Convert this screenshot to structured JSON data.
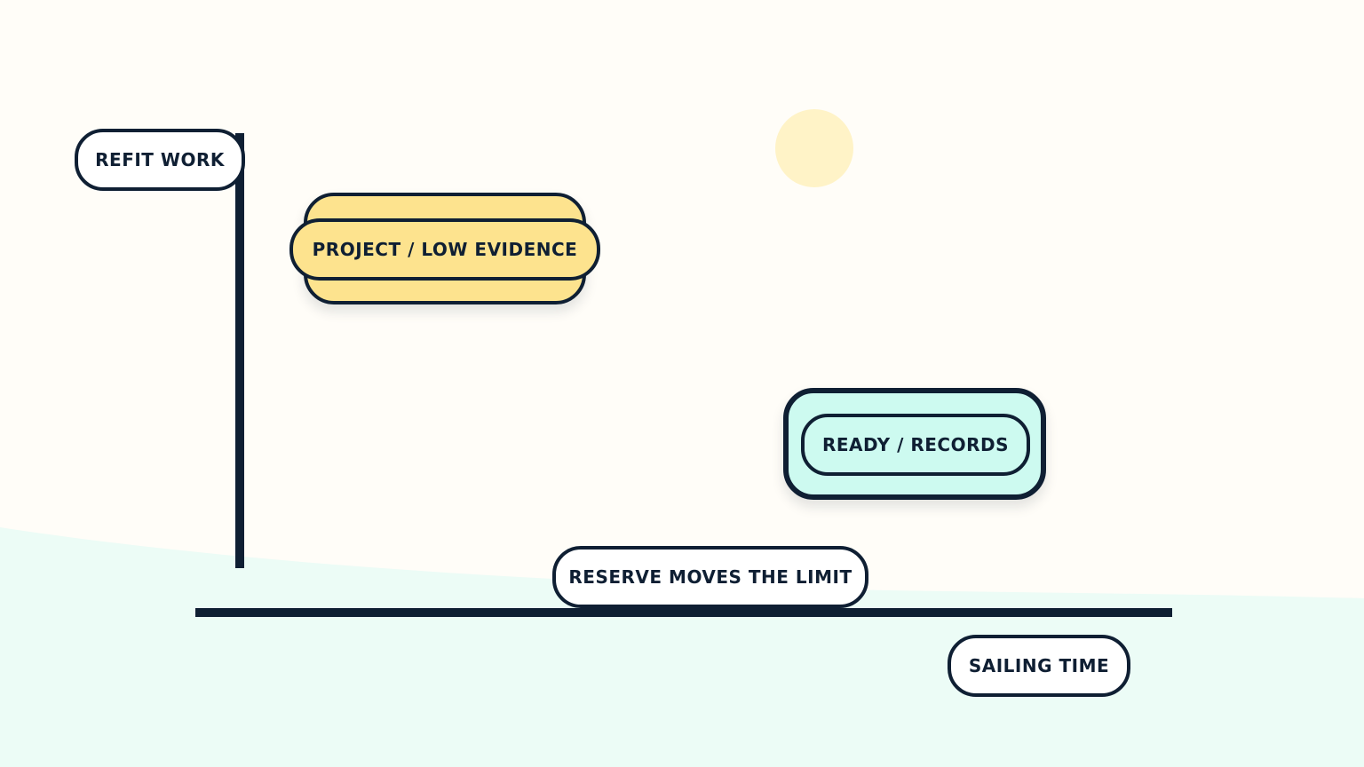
{
  "diagram": {
    "labels": {
      "refit_work": "REFIT WORK",
      "project_low_evidence": "PROJECT / LOW EVIDENCE",
      "ready_records": "READY / RECORDS",
      "reserve_moves_the_limit": "RESERVE MOVES THE LIMIT",
      "sailing_time": "SAILING TIME"
    },
    "colors": {
      "background": "#fffdf8",
      "ground": "#ecfcf6",
      "ink": "#0f1f33",
      "project_fill": "#fde38e",
      "ready_fill": "#cdfaf0",
      "sun": "#fff3c7",
      "label_fill": "#ffffff"
    }
  }
}
